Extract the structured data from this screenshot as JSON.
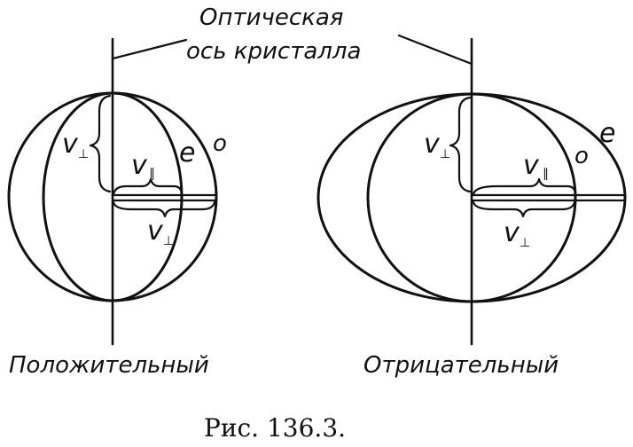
{
  "title": {
    "line1": "Оптическая",
    "line2": "ось кристалла"
  },
  "diagrams": [
    {
      "caption": "Положительный",
      "outer_label": "o",
      "inner_label": "e",
      "v_perp_label": "v",
      "v_perp_sub": "⊥",
      "v_par_label": "v",
      "v_par_sub": "∥",
      "v_perp2_label": "v",
      "v_perp2_sub": "⊥"
    },
    {
      "caption": "Отрицательный",
      "outer_label": "e",
      "inner_label": "o",
      "v_perp_label": "v",
      "v_perp_sub": "⊥",
      "v_par_label": "v",
      "v_par_sub": "∥",
      "v_perp2_label": "v",
      "v_perp2_sub": "⊥"
    }
  ],
  "figure_caption": "Рис. 136.3."
}
